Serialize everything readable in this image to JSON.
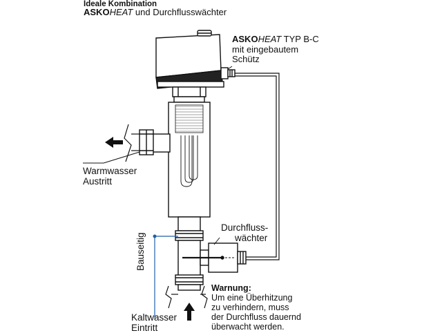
{
  "header": {
    "line1": "Ideale Kombination",
    "line2_bold": "ASKO",
    "line2_italic": "HEAT",
    "line2_rest": " und Durchflusswächter"
  },
  "heater_label": {
    "line1_bold": "ASKO",
    "line1_italic": "HEAT",
    "line1_rest": " TYP B-C",
    "line2": "mit eingebautem",
    "line3": "Schütz"
  },
  "warm_water_label": {
    "line1": "Warmwasser",
    "line2": "Austritt"
  },
  "flow_switch_label": {
    "line1": "Durchfluss-",
    "line2": "wächter"
  },
  "site_label": "Bauseitig",
  "warning": {
    "title": "Warnung:",
    "line1": "Um eine Überhitzung",
    "line2": "zu verhindern, muss",
    "line3": "der Durchfluss dauernd",
    "line4": "überwacht werden."
  },
  "cold_water_label": {
    "line1": "Kaltwasser",
    "line2": "Eintritt"
  },
  "colors": {
    "ink": "#111111",
    "accent_blue": "#1f5fa8",
    "hatch_gray": "#888888"
  },
  "icons": [
    "arrow-left-icon",
    "arrow-up-icon",
    "break-mark-icon"
  ]
}
